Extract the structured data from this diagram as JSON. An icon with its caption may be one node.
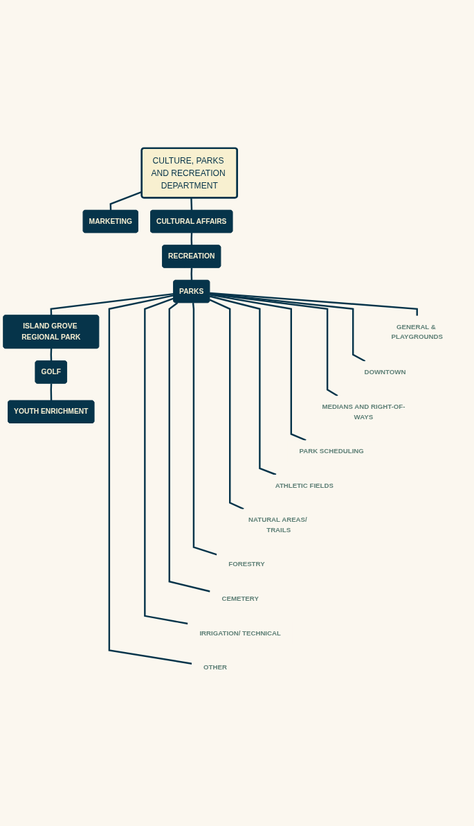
{
  "diagram": {
    "nodes": [
      {
        "text": [
          "CULTURE, PARKS AND RECREATION DEPARTMENT"
        ]
      },
      {
        "text": [
          "MARKETING"
        ]
      },
      {
        "text": [
          "CULTURAL AFFAIRS"
        ]
      },
      {
        "text": [
          "RECREATION"
        ]
      },
      {
        "text": [
          "PARKS"
        ]
      },
      {
        "text": [
          "ISLAND GROVE REGIONAL PARK"
        ]
      },
      {
        "text": [
          "GOLF"
        ]
      },
      {
        "text": [
          "YOUTH ENRICHMENT"
        ]
      },
      {
        "text": [
          "GENERAL & PLAYGROUNDS"
        ]
      },
      {
        "text": [
          "DOWNTOWN"
        ]
      },
      {
        "text": [
          "MEDIANS AND RIGHT-OF-WAYS"
        ]
      },
      {
        "text": [
          "PARK SCHEDULING"
        ]
      },
      {
        "text": [
          "ATHLETIC FIELDS"
        ]
      },
      {
        "text": [
          "NATURAL AREAS/ TRAILS"
        ]
      },
      {
        "text": [
          "FORESTRY"
        ]
      },
      {
        "text": [
          "CEMETERY"
        ]
      },
      {
        "text": [
          "IRRIGATION/ TECHNICAL"
        ]
      },
      {
        "text": [
          "OTHER"
        ]
      }
    ],
    "edges": [
      {
        "from": 0,
        "to": 1,
        "arrow": "none"
      },
      {
        "from": 0,
        "to": 2,
        "arrow": "none"
      },
      {
        "from": 2,
        "to": 3,
        "arrow": "none"
      },
      {
        "from": 3,
        "to": 4,
        "arrow": "none"
      },
      {
        "from": 4,
        "to": 5,
        "arrow": "none"
      },
      {
        "from": 5,
        "to": 6,
        "arrow": "none"
      },
      {
        "from": 6,
        "to": 7,
        "arrow": "none"
      },
      {
        "from": 4,
        "to": 8,
        "arrow": "none"
      },
      {
        "from": 4,
        "to": 9,
        "arrow": "none"
      },
      {
        "from": 4,
        "to": 10,
        "arrow": "none"
      },
      {
        "from": 4,
        "to": 11,
        "arrow": "none"
      },
      {
        "from": 4,
        "to": 12,
        "arrow": "none"
      },
      {
        "from": 4,
        "to": 13,
        "arrow": "none"
      },
      {
        "from": 4,
        "to": 14,
        "arrow": "none"
      },
      {
        "from": 4,
        "to": 15,
        "arrow": "none"
      },
      {
        "from": 4,
        "to": 16,
        "arrow": "none"
      },
      {
        "from": 4,
        "to": 17,
        "arrow": "none"
      }
    ]
  }
}
